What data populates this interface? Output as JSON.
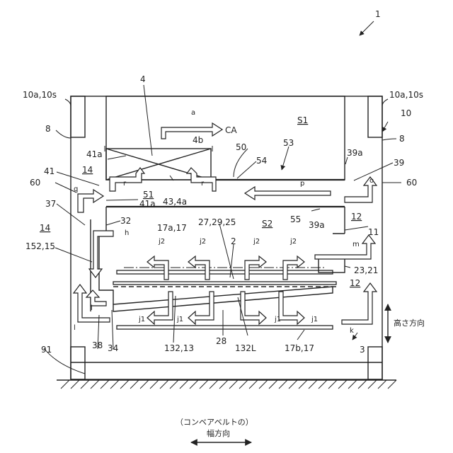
{
  "figure_number": "1",
  "labels": {
    "l_10a10s_left": "10a,10s",
    "l_10a10s_right": "10a,10s",
    "l_10": "10",
    "l_8_left": "8",
    "l_8_right": "8",
    "l_4": "4",
    "l_a": "a",
    "l_CA": "CA",
    "l_S1": "S1",
    "l_4b": "4b",
    "l_50": "50",
    "l_53": "53",
    "l_41a_top": "41a",
    "l_14_top": "14",
    "l_54": "54",
    "l_39a_top": "39a",
    "l_39": "39",
    "l_41": "41",
    "l_60_left": "60",
    "l_60_right": "60",
    "l_q": "q",
    "l_r_left": "r",
    "l_r_right": "r",
    "l_51": "51",
    "l_43_4a": "43,4a",
    "l_p": "p",
    "l_o": "o",
    "l_41a_mid": "41a",
    "l_12_top": "12",
    "l_37": "37",
    "l_32": "32",
    "l_27_29_25": "27,29,25",
    "l_S2": "S2",
    "l_55": "55",
    "l_39a_mid": "39a",
    "l_11": "11",
    "l_14_mid": "14",
    "l_h": "h",
    "l_17a17": "17a,17",
    "l_2": "2",
    "l_152_15": "152,15",
    "l_j2_1": "j2",
    "l_j2_2": "j2",
    "l_j2_3": "j2",
    "l_j2_4": "j2",
    "l_m": "m",
    "l_23_21": "23,21",
    "l_12_bot": "12",
    "l_i": "i",
    "l_j1_1": "j1",
    "l_j1_2": "j1",
    "l_j1_3": "j1",
    "l_j1_4": "j1",
    "l_l": "l",
    "l_k": "k",
    "l_height_dir": "高さ方向",
    "l_38": "38",
    "l_34": "34",
    "l_132_13": "132,13",
    "l_28": "28",
    "l_132L": "132L",
    "l_17b17": "17b,17",
    "l_3": "3",
    "l_91": "91",
    "l_conveyor_1": "（コンベアベルトの）",
    "l_conveyor_2": "幅方向"
  },
  "colors": {
    "line": "#222222",
    "background": "#ffffff"
  }
}
